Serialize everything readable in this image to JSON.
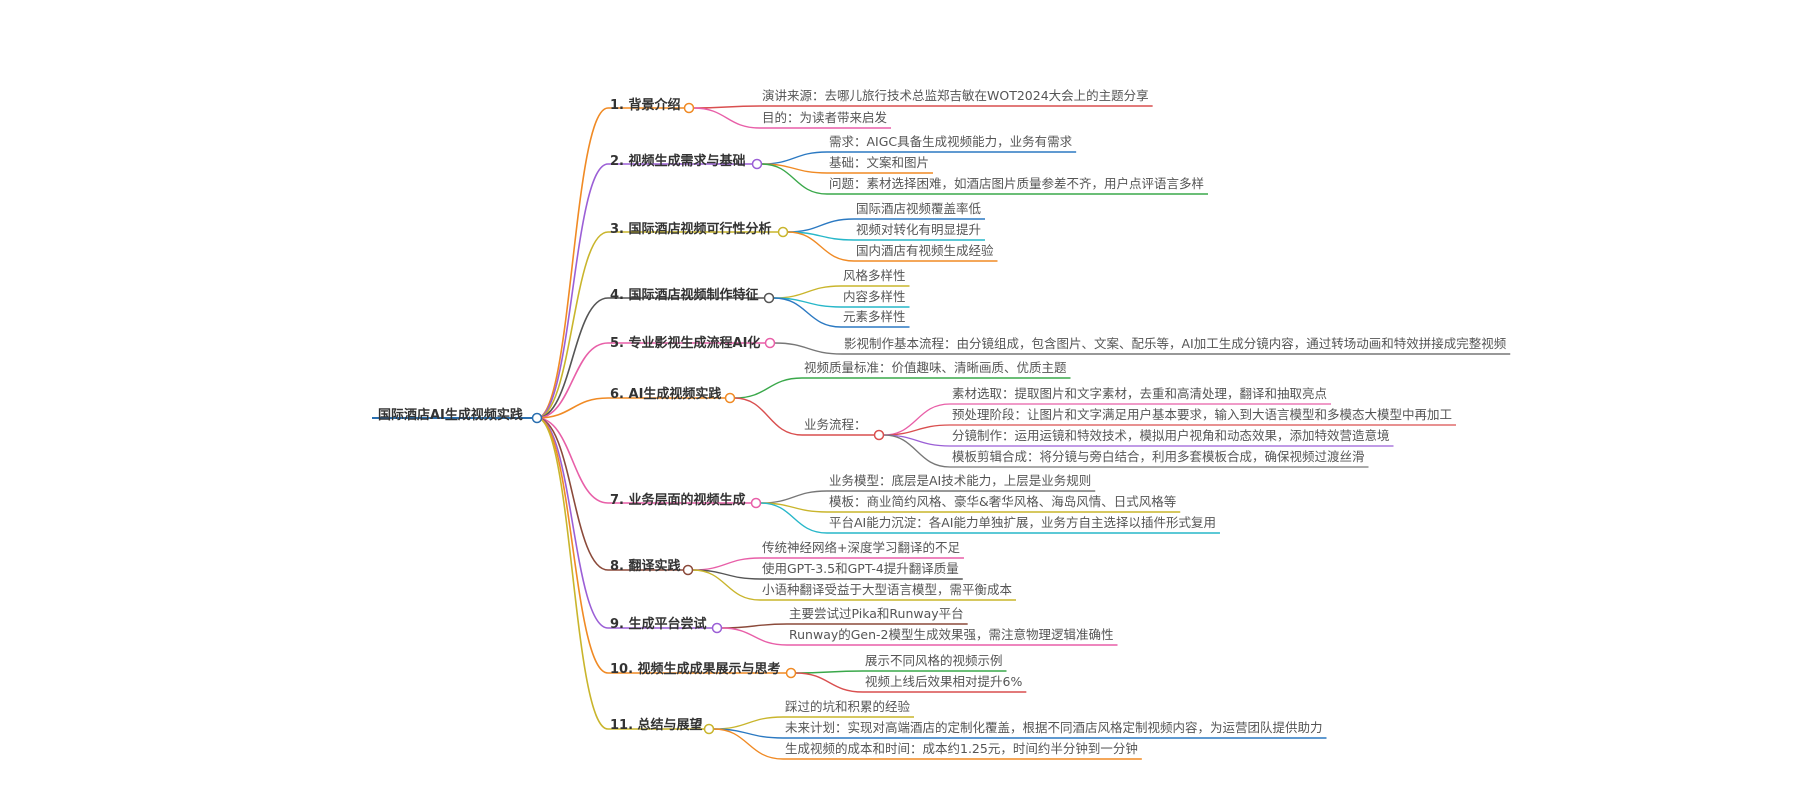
{
  "root": {
    "label": "国际酒店AI生成视频实践",
    "color": "#2a6fb0"
  },
  "branches": [
    {
      "label": "1. 背景介绍",
      "color": "#f08a24",
      "children": [
        {
          "label": "演讲来源：去哪儿旅行技术总监郑吉敏在WOT2024大会上的主题分享",
          "color": "#d94f4f"
        },
        {
          "label": "目的：为读者带来启发",
          "color": "#e85fa8"
        }
      ]
    },
    {
      "label": "2. 视频生成需求与基础",
      "color": "#9b5fd6",
      "children": [
        {
          "label": "需求：AIGC具备生成视频能力，业务有需求",
          "color": "#2b79c2"
        },
        {
          "label": "基础：文案和图片",
          "color": "#f08a24"
        },
        {
          "label": "问题：素材选择困难，如酒店图片质量参差不齐，用户点评语言多样",
          "color": "#3aa84a"
        }
      ]
    },
    {
      "label": "3. 国际酒店视频可行性分析",
      "color": "#c9b52c",
      "children": [
        {
          "label": "国际酒店视频覆盖率低",
          "color": "#2b79c2"
        },
        {
          "label": "视频对转化有明显提升",
          "color": "#27b7c9"
        },
        {
          "label": "国内酒店有视频生成经验",
          "color": "#f08a24"
        }
      ]
    },
    {
      "label": "4. 国际酒店视频制作特征",
      "color": "#555555",
      "children": [
        {
          "label": "风格多样性",
          "color": "#c9b52c"
        },
        {
          "label": "内容多样性",
          "color": "#27b7c9"
        },
        {
          "label": "元素多样性",
          "color": "#2b79c2"
        }
      ]
    },
    {
      "label": "5. 专业影视生成流程AI化",
      "color": "#e85fa8",
      "children": [
        {
          "label": "影视制作基本流程：由分镜组成，包含图片、文案、配乐等，AI加工生成分镜内容，通过转场动画和特效拼接成完整视频",
          "color": "#777777"
        }
      ]
    },
    {
      "label": "6. AI生成视频实践",
      "color": "#f08a24",
      "children": [
        {
          "label": "视频质量标准：价值趣味、清晰画质、优质主题",
          "color": "#3aa84a"
        },
        {
          "label": "业务流程：",
          "color": "#d94f4f",
          "children": [
            {
              "label": "素材选取：提取图片和文字素材，去重和高清处理，翻译和抽取亮点",
              "color": "#e85fa8"
            },
            {
              "label": "预处理阶段：让图片和文字满足用户基本要求，输入到大语言模型和多模态大模型中再加工",
              "color": "#d94f4f"
            },
            {
              "label": "分镜制作：运用运镜和特效技术，模拟用户视角和动态效果，添加特效营造意境",
              "color": "#9b5fd6"
            },
            {
              "label": "模板剪辑合成：将分镜与旁白结合，利用多套模板合成，确保视频过渡丝滑",
              "color": "#777777"
            }
          ]
        }
      ]
    },
    {
      "label": "7. 业务层面的视频生成",
      "color": "#e85fa8",
      "children": [
        {
          "label": "业务模型：底层是AI技术能力，上层是业务规则",
          "color": "#777777"
        },
        {
          "label": "模板：商业简约风格、豪华&奢华风格、海岛风情、日式风格等",
          "color": "#c9b52c"
        },
        {
          "label": "平台AI能力沉淀：各AI能力单独扩展，业务方自主选择以插件形式复用",
          "color": "#27b7c9"
        }
      ]
    },
    {
      "label": "8. 翻译实践",
      "color": "#8b4a3a",
      "children": [
        {
          "label": "传统神经网络+深度学习翻译的不足",
          "color": "#e85fa8"
        },
        {
          "label": "使用GPT-3.5和GPT-4提升翻译质量",
          "color": "#555555"
        },
        {
          "label": "小语种翻译受益于大型语言模型，需平衡成本",
          "color": "#c9b52c"
        }
      ]
    },
    {
      "label": "9. 生成平台尝试",
      "color": "#9b5fd6",
      "children": [
        {
          "label": "主要尝试过Pika和Runway平台",
          "color": "#8b4a3a"
        },
        {
          "label": "Runway的Gen-2模型生成效果强，需注意物理逻辑准确性",
          "color": "#e85fa8"
        }
      ]
    },
    {
      "label": "10. 视频生成成果展示与思考",
      "color": "#f08a24",
      "children": [
        {
          "label": "展示不同风格的视频示例",
          "color": "#3aa84a"
        },
        {
          "label": "视频上线后效果相对提升6%",
          "color": "#d94f4f"
        }
      ]
    },
    {
      "label": "11. 总结与展望",
      "color": "#c9b52c",
      "children": [
        {
          "label": "踩过的坑和积累的经验",
          "color": "#c9b52c"
        },
        {
          "label": "未来计划：实现对高端酒店的定制化覆盖，根据不同酒店风格定制视频内容，为运营团队提供助力",
          "color": "#2b79c2"
        },
        {
          "label": "生成视频的成本和时间：成本约1.25元，时间约半分钟到一分钟",
          "color": "#f08a24"
        }
      ]
    }
  ]
}
